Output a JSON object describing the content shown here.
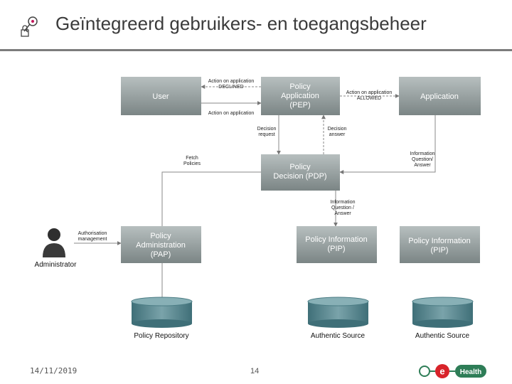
{
  "header": {
    "title": "Geïntegreerd gebruikers- en toegangsbeheer",
    "icon": "key-lock-icon"
  },
  "diagram": {
    "boxes": {
      "user": "User",
      "pep": [
        "Policy",
        "Application",
        "(PEP)"
      ],
      "application": "Application",
      "pdp": [
        "Policy",
        "Decision (PDP)"
      ],
      "pap": [
        "Policy",
        "Administration",
        "(PAP)"
      ],
      "pip1": [
        "Policy Information",
        "(PIP)"
      ],
      "pip2": [
        "Policy Information",
        "(PIP)"
      ]
    },
    "arrow_labels": {
      "declined": [
        "Action on application",
        "DECLINED"
      ],
      "action_on_application": "Action on application",
      "allowed": [
        "Action on application",
        "ALLOWED"
      ],
      "decision_request": [
        "Decision",
        "request"
      ],
      "decision_answer": [
        "Decision",
        "answer"
      ],
      "fetch_policies": [
        "Fetch",
        "Policies"
      ],
      "info_question_answer_right": [
        "Information",
        "Question/",
        "Answer"
      ],
      "info_question_answer_mid": [
        "Information",
        "Question /",
        "Answer"
      ],
      "authorisation_management": [
        "Authorisation",
        "management"
      ]
    },
    "actor": "Administrator",
    "repositories": {
      "policy_repository": "Policy Repository",
      "authentic_source_1": "Authentic Source",
      "authentic_source_2": "Authentic Source"
    },
    "colors": {
      "box_fill_top": "#a9b2b2",
      "box_fill_bottom": "#7f8888",
      "cylinder": "#5f8d95",
      "line": "#8a8a8a"
    }
  },
  "footer": {
    "date": "14/11/2019",
    "page": "14",
    "logo_letter": "e",
    "logo_text": "Health"
  }
}
